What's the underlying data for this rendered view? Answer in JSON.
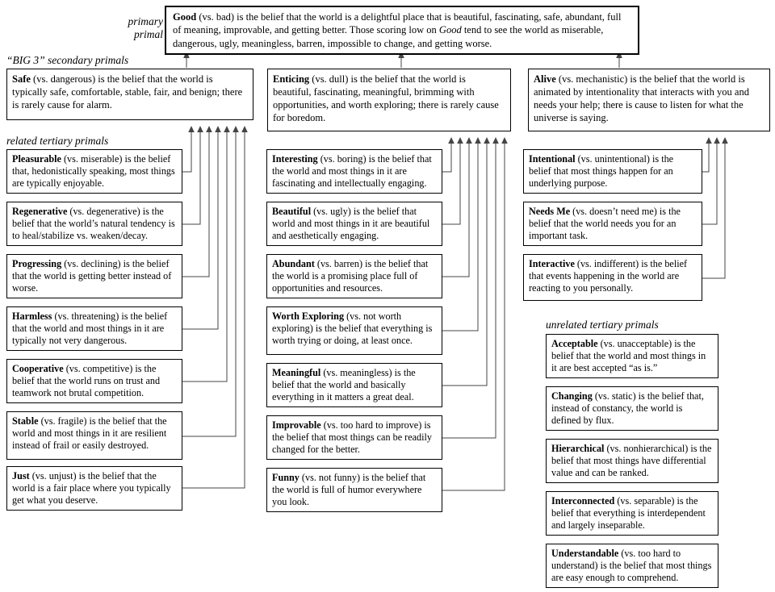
{
  "labels": {
    "primary_line1": "primary",
    "primary_line2": "primal",
    "secondary": "“BIG 3” secondary primals",
    "related": "related tertiary primals",
    "unrelated": "unrelated tertiary primals"
  },
  "primary": {
    "term": "Good",
    "body1": " (vs. bad) is the belief that the world is a delightful place that is beautiful, fascinating, safe, abundant, full of meaning, improvable, and getting better. Those scoring low on ",
    "term_italic": "Good",
    "body2": " tend to see the world as miserable, dangerous, ugly, meaningless, barren, impossible to change, and getting worse."
  },
  "secondary": [
    {
      "term": "Safe",
      "body": " (vs. dangerous) is the belief that the world is typically safe, comfortable, stable, fair, and benign; there is rarely cause for alarm."
    },
    {
      "term": "Enticing",
      "body": " (vs. dull) is the belief that the world is beautiful, fascinating, meaningful, brimming with opportunities, and worth exploring; there is rarely cause for boredom."
    },
    {
      "term": "Alive",
      "body": " (vs. mechanistic) is the belief that the world is animated by intentionality that interacts with you and needs your help; there is cause to listen for what the universe is saying."
    }
  ],
  "safe_tertiary": [
    {
      "term": "Pleasurable",
      "body": " (vs. miserable) is the belief that, hedonistically speaking, most things are typically enjoyable."
    },
    {
      "term": "Regenerative",
      "body": " (vs. degenerative) is the belief that the world’s natural tendency is to heal/stabilize vs. weaken/decay."
    },
    {
      "term": "Progressing",
      "body": " (vs. declining) is the belief that the world is getting better instead of worse."
    },
    {
      "term": "Harmless",
      "body": " (vs. threatening) is the belief that the world and most things in it are typically not very dangerous."
    },
    {
      "term": "Cooperative",
      "body": " (vs. competitive) is the belief that the world runs on trust and teamwork not brutal competition."
    },
    {
      "term": "Stable",
      "body": " (vs. fragile) is the belief that the world and most things in it are resilient instead of frail or easily destroyed."
    },
    {
      "term": "Just",
      "body": " (vs. unjust) is the belief that the world is a fair place where you typically get what you deserve."
    }
  ],
  "enticing_tertiary": [
    {
      "term": "Interesting",
      "body": " (vs. boring) is the belief that the world and most things in it are fascinating and intellectually engaging."
    },
    {
      "term": "Beautiful",
      "body": " (vs. ugly) is the belief that world and most things in it are beautiful and aesthetically engaging."
    },
    {
      "term": "Abundant",
      "body": " (vs. barren) is the belief that the world is a promising place full of opportunities and resources."
    },
    {
      "term": "Worth Exploring",
      "body": " (vs. not worth exploring) is the belief that everything is worth trying or doing, at least once."
    },
    {
      "term": "Meaningful",
      "body": " (vs. meaningless) is the belief that the world and basically everything in it matters a great deal."
    },
    {
      "term": "Improvable",
      "body": " (vs. too hard to improve) is the belief that most things can be readily changed for the better."
    },
    {
      "term": "Funny",
      "body": " (vs. not funny) is the belief that the world is full of humor everywhere you look."
    }
  ],
  "alive_tertiary": [
    {
      "term": "Intentional",
      "body": " (vs. unintentional) is the belief that most things happen for an underlying purpose."
    },
    {
      "term": "Needs Me",
      "body": " (vs. doesn’t need me) is the belief that the world needs you for an important task."
    },
    {
      "term": "Interactive",
      "body": " (vs. indifferent) is the belief that events happening in the world are reacting to you personally."
    }
  ],
  "unrelated_tertiary": [
    {
      "term": "Acceptable",
      "body": " (vs. unacceptable) is the belief that the world and most things in it are best accepted “as is.”"
    },
    {
      "term": "Changing",
      "body": " (vs. static) is the belief that, instead of constancy, the world is defined by flux."
    },
    {
      "term": "Hierarchical",
      "body": " (vs. nonhierarchical) is the belief that most things have differential value and can be ranked."
    },
    {
      "term": "Interconnected",
      "body": " (vs. separable) is the belief that everything is interdependent and largely inseparable."
    },
    {
      "term": "Understandable",
      "body": " (vs. too hard to understand) is the belief that most things are easy enough to comprehend."
    }
  ]
}
